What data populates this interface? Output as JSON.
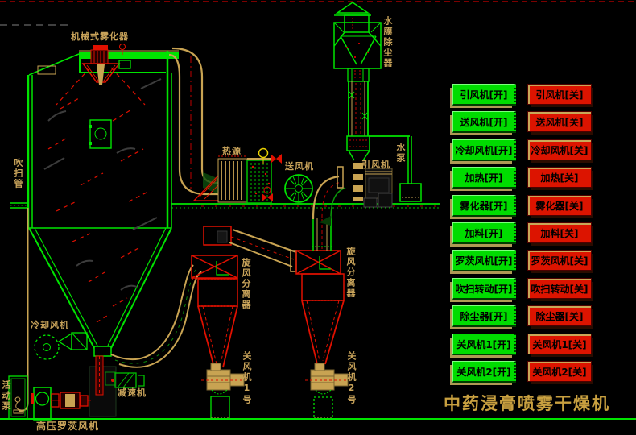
{
  "title": "中药浸膏喷雾干燥机",
  "diagram_labels": {
    "atomizer": "机械式雾化器",
    "purge_pipe": "吹扫管",
    "heat_source": "热源",
    "supply_fan": "送风机",
    "water_film_dust_collector": "水膜除尘器",
    "water_pump": "水泵",
    "induced_draft_fan": "引风机",
    "cyclone_separator_1": "旋风分离器",
    "cyclone_separator_2": "旋风分离器",
    "cooling_fan": "冷却风机",
    "rotary_valve_1": "关风机1号",
    "rotary_valve_2": "关风机2号",
    "reducer": "减速机",
    "roots_blower": "高压罗茨风机",
    "mobile_pump": "活动泵"
  },
  "buttons": [
    {
      "on": "引风机[开]",
      "off": "引风机[关]"
    },
    {
      "on": "送风机[开]",
      "off": "送风机[关]"
    },
    {
      "on": "冷却风机[开]",
      "off": "冷却风机[关]"
    },
    {
      "on": "加热[开]",
      "off": "加热[关]"
    },
    {
      "on": "雾化器[开]",
      "off": "雾化器[关]"
    },
    {
      "on": "加料[开]",
      "off": "加料[关]"
    },
    {
      "on": "罗茨风机[开]",
      "off": "罗茨风机[关]"
    },
    {
      "on": "吹扫转动[开]",
      "off": "吹扫转动[关]"
    },
    {
      "on": "除尘器[开]",
      "off": "除尘器[关]"
    },
    {
      "on": "关风机1[开]",
      "off": "关风机1[关]"
    },
    {
      "on": "关风机2[开]",
      "off": "关风机2[关]"
    }
  ],
  "colors": {
    "background": "#000000",
    "line_green": "#00E400",
    "line_red": "#E01000",
    "label_tan": "#C8A35A",
    "button_on_green": "#00DC00",
    "button_off_red": "#DC1400"
  }
}
